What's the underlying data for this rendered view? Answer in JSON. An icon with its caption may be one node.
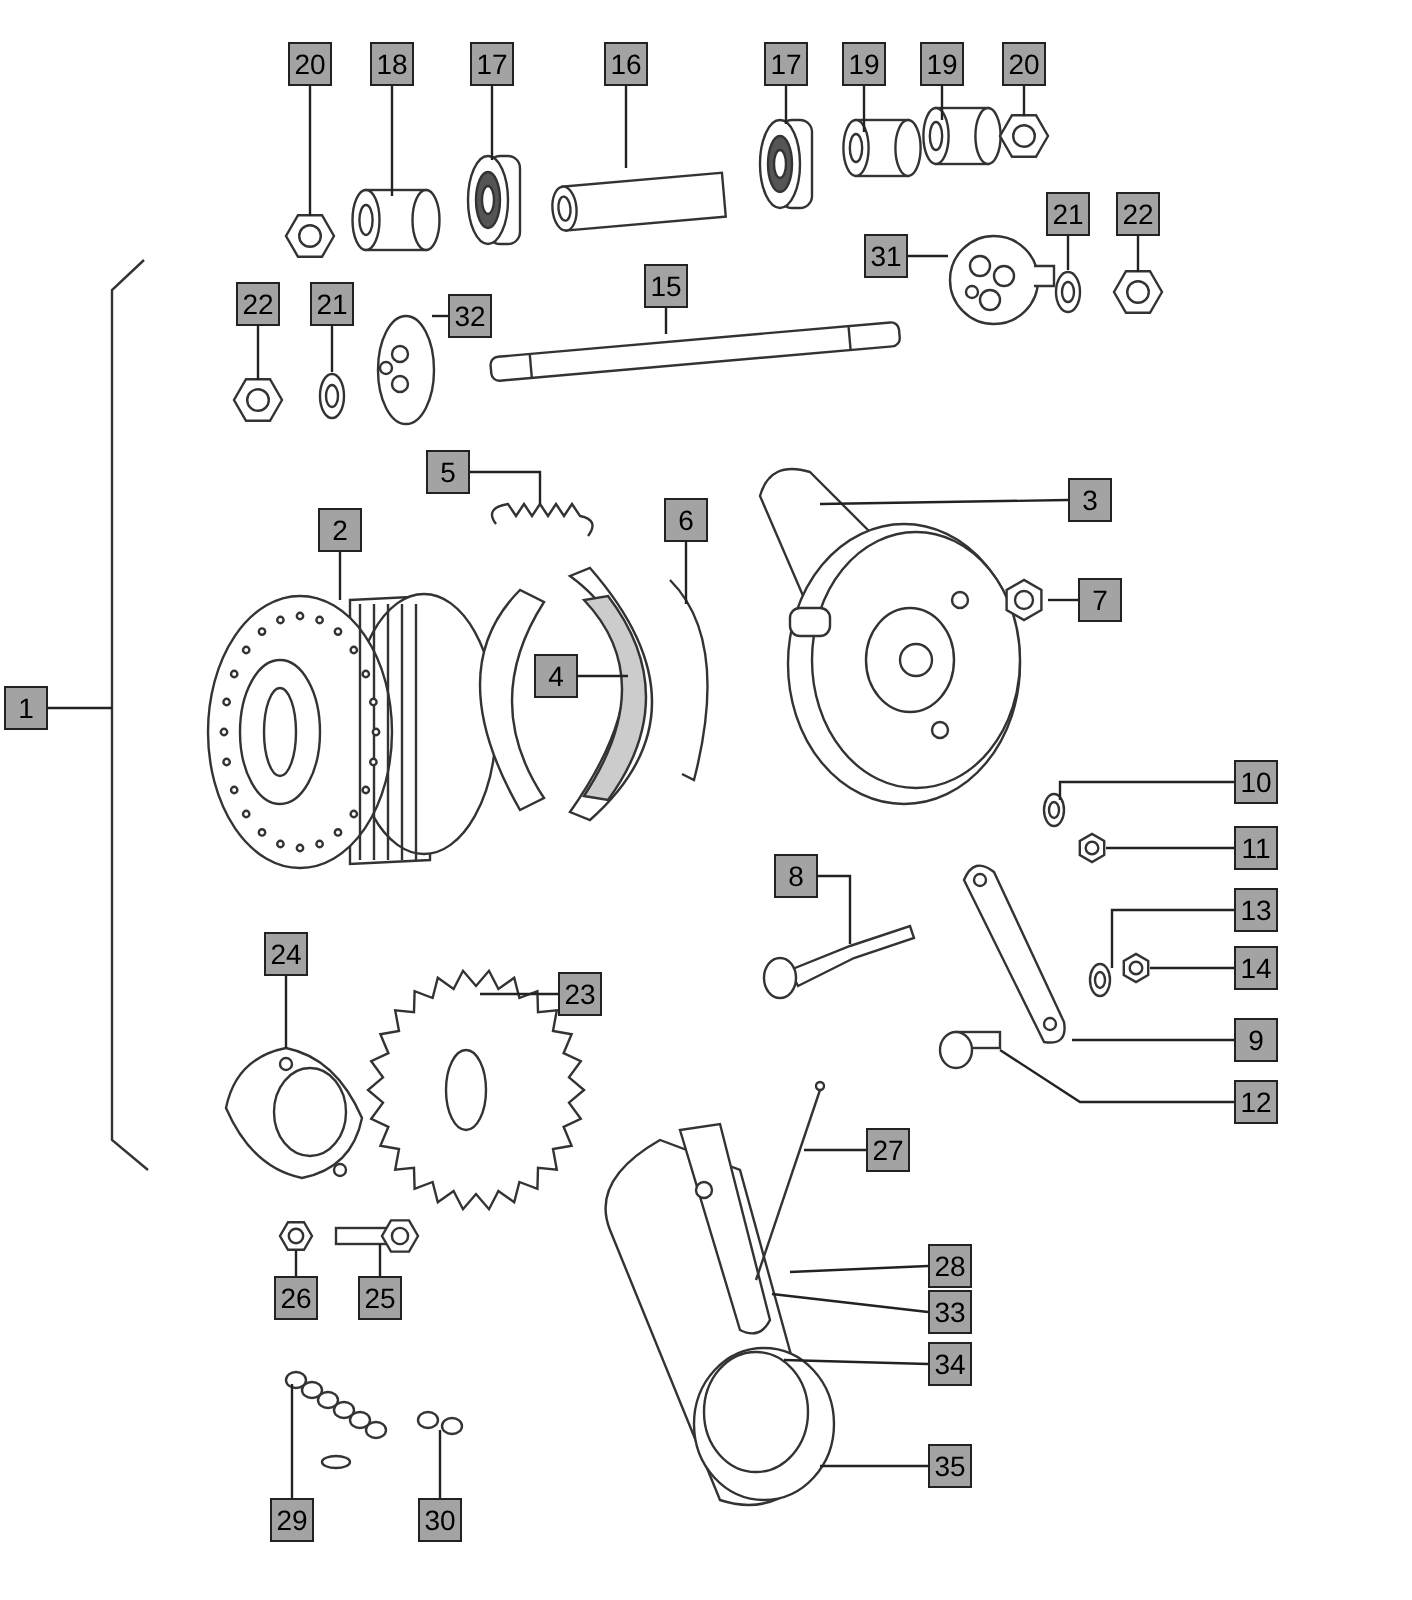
{
  "diagram": {
    "nodes": [
      {
        "text": [
          "20"
        ]
      },
      {
        "text": [
          "18"
        ]
      },
      {
        "text": [
          "17"
        ]
      },
      {
        "text": [
          "16"
        ]
      },
      {
        "text": [
          "17"
        ]
      },
      {
        "text": [
          "19"
        ]
      },
      {
        "text": [
          "19"
        ]
      },
      {
        "text": [
          "20"
        ]
      },
      {
        "text": [
          "22"
        ]
      },
      {
        "text": [
          "21"
        ]
      },
      {
        "text": [
          "32"
        ]
      },
      {
        "text": [
          "15"
        ]
      },
      {
        "text": [
          "31"
        ]
      },
      {
        "text": [
          "21"
        ]
      },
      {
        "text": [
          "22"
        ]
      },
      {
        "text": [
          "5"
        ]
      },
      {
        "text": [
          "2"
        ]
      },
      {
        "text": [
          "6"
        ]
      },
      {
        "text": [
          "3"
        ]
      },
      {
        "text": [
          "7"
        ]
      },
      {
        "text": [
          "4"
        ]
      },
      {
        "text": [
          "1"
        ]
      },
      {
        "text": [
          "10"
        ]
      },
      {
        "text": [
          "11"
        ]
      },
      {
        "text": [
          "8"
        ]
      },
      {
        "text": [
          "13"
        ]
      },
      {
        "text": [
          "14"
        ]
      },
      {
        "text": [
          "9"
        ]
      },
      {
        "text": [
          "24"
        ]
      },
      {
        "text": [
          "23"
        ]
      },
      {
        "text": [
          "12"
        ]
      },
      {
        "text": [
          "27"
        ]
      },
      {
        "text": [
          "26"
        ]
      },
      {
        "text": [
          "25"
        ]
      },
      {
        "text": [
          "28"
        ]
      },
      {
        "text": [
          "33"
        ]
      },
      {
        "text": [
          "34"
        ]
      },
      {
        "text": [
          "35"
        ]
      },
      {
        "text": [
          "29"
        ]
      },
      {
        "text": [
          "30"
        ]
      },
      {
        "text": [],
        "shape": "bracket"
      }
    ],
    "edges": [
      {
        "from": 0,
        "to": null,
        "arrow": "none"
      },
      {
        "from": 1,
        "to": null,
        "arrow": "none"
      },
      {
        "from": 2,
        "to": null,
        "arrow": "none"
      },
      {
        "from": 3,
        "to": null,
        "arrow": "none"
      },
      {
        "from": 4,
        "to": null,
        "arrow": "none"
      },
      {
        "from": 5,
        "to": null,
        "arrow": "none"
      },
      {
        "from": 6,
        "to": null,
        "arrow": "none"
      },
      {
        "from": 7,
        "to": null,
        "arrow": "none"
      },
      {
        "from": 8,
        "to": null,
        "arrow": "none"
      },
      {
        "from": 9,
        "to": null,
        "arrow": "none"
      },
      {
        "from": 10,
        "to": null,
        "arrow": "none"
      },
      {
        "from": 11,
        "to": null,
        "arrow": "none"
      },
      {
        "from": 12,
        "to": null,
        "arrow": "none"
      },
      {
        "from": 13,
        "to": null,
        "arrow": "none"
      },
      {
        "from": 14,
        "to": null,
        "arrow": "none"
      },
      {
        "from": 15,
        "to": null,
        "arrow": "none"
      },
      {
        "from": 16,
        "to": null,
        "arrow": "none"
      },
      {
        "from": 17,
        "to": null,
        "arrow": "none"
      },
      {
        "from": 18,
        "to": null,
        "arrow": "none"
      },
      {
        "from": 19,
        "to": null,
        "arrow": "none"
      },
      {
        "from": 20,
        "to": null,
        "arrow": "none"
      },
      {
        "from": 21,
        "to": 40,
        "arrow": "none"
      },
      {
        "from": 22,
        "to": null,
        "arrow": "none"
      },
      {
        "from": 23,
        "to": null,
        "arrow": "none"
      },
      {
        "from": 24,
        "to": null,
        "arrow": "none"
      },
      {
        "from": 25,
        "to": null,
        "arrow": "none"
      },
      {
        "from": 26,
        "to": null,
        "arrow": "none"
      },
      {
        "from": 27,
        "to": null,
        "arrow": "none"
      },
      {
        "from": 28,
        "to": null,
        "arrow": "none"
      },
      {
        "from": 29,
        "to": null,
        "arrow": "none"
      },
      {
        "from": 30,
        "to": null,
        "arrow": "none"
      },
      {
        "from": 31,
        "to": null,
        "arrow": "none"
      },
      {
        "from": 32,
        "to": null,
        "arrow": "none"
      },
      {
        "from": 33,
        "to": null,
        "arrow": "none"
      },
      {
        "from": 34,
        "to": null,
        "arrow": "none"
      },
      {
        "from": 35,
        "to": null,
        "arrow": "none"
      },
      {
        "from": 36,
        "to": null,
        "arrow": "none"
      },
      {
        "from": 37,
        "to": null,
        "arrow": "none"
      },
      {
        "from": 38,
        "to": null,
        "arrow": "none"
      },
      {
        "from": 39,
        "to": null,
        "arrow": "none"
      }
    ]
  }
}
